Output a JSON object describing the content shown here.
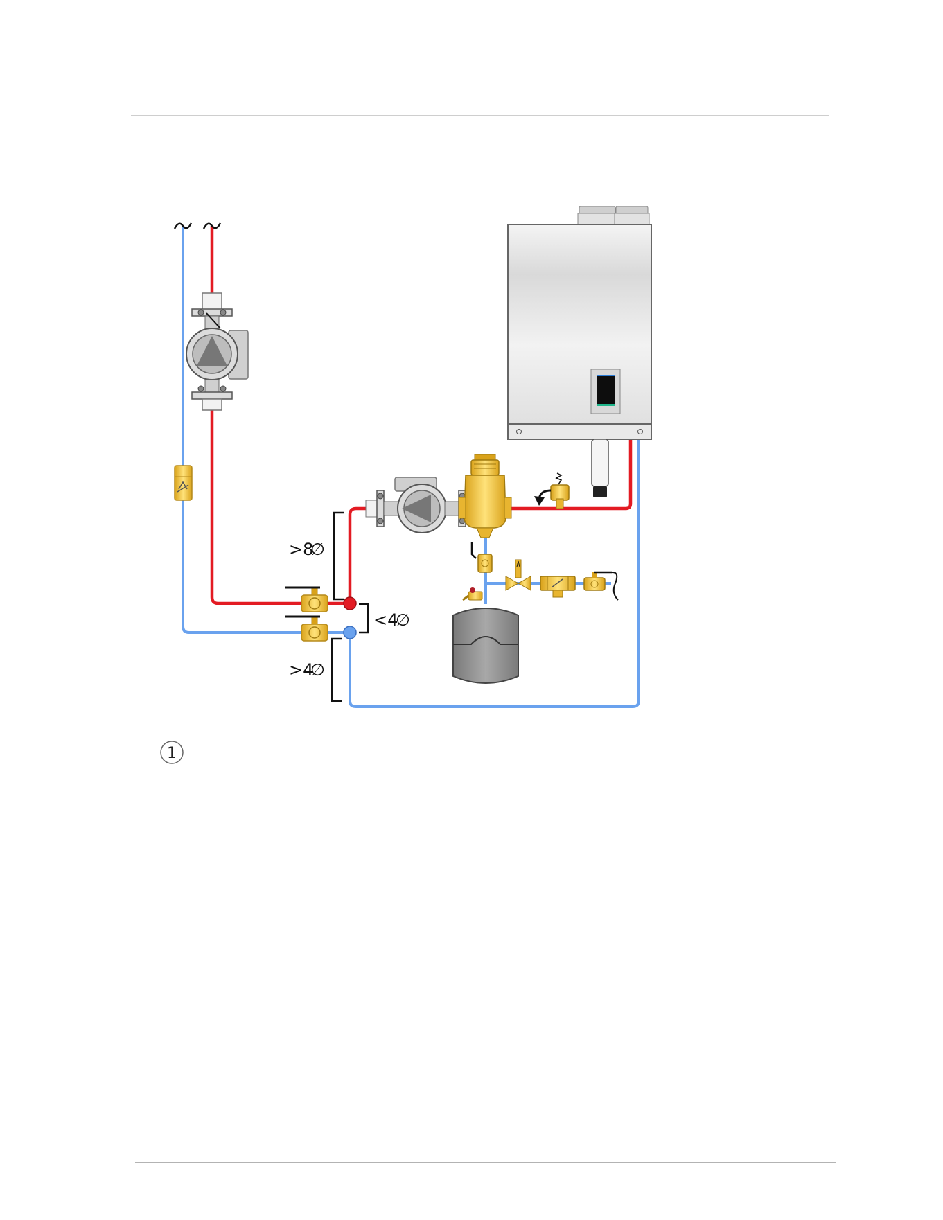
{
  "diagram": {
    "labels": {
      "dist_boiler_pipe": ">8",
      "dist_tee_spacing": "<4",
      "dist_return_pipe": ">4",
      "diameter_symbol": "∅"
    },
    "callout": "1",
    "colors": {
      "supply": "#e31b23",
      "return": "#6aa2ee",
      "brass": "#f2c43c",
      "boiler_body": "#e6e6e6"
    }
  }
}
